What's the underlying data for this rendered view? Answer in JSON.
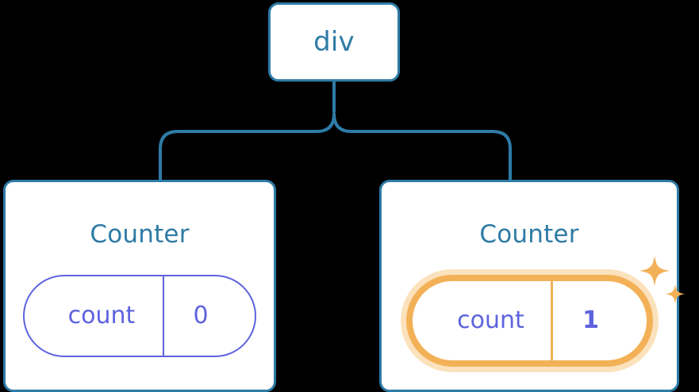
{
  "diagram": {
    "type": "component-tree",
    "background_color": "#000000",
    "node_border_color": "#2E7BA6",
    "node_text_color": "#2E7BA6",
    "state_color": "#5D63DE",
    "highlight_color": "#F3B157",
    "highlight_glow_color": "#FBE2BC",
    "root": {
      "tag": "div"
    },
    "children": [
      {
        "title": "Counter",
        "state": {
          "key": "count",
          "value": "0"
        },
        "highlighted": false
      },
      {
        "title": "Counter",
        "state": {
          "key": "count",
          "value": "1"
        },
        "highlighted": true,
        "sparkle_icon": "sparkles-icon"
      }
    ]
  }
}
